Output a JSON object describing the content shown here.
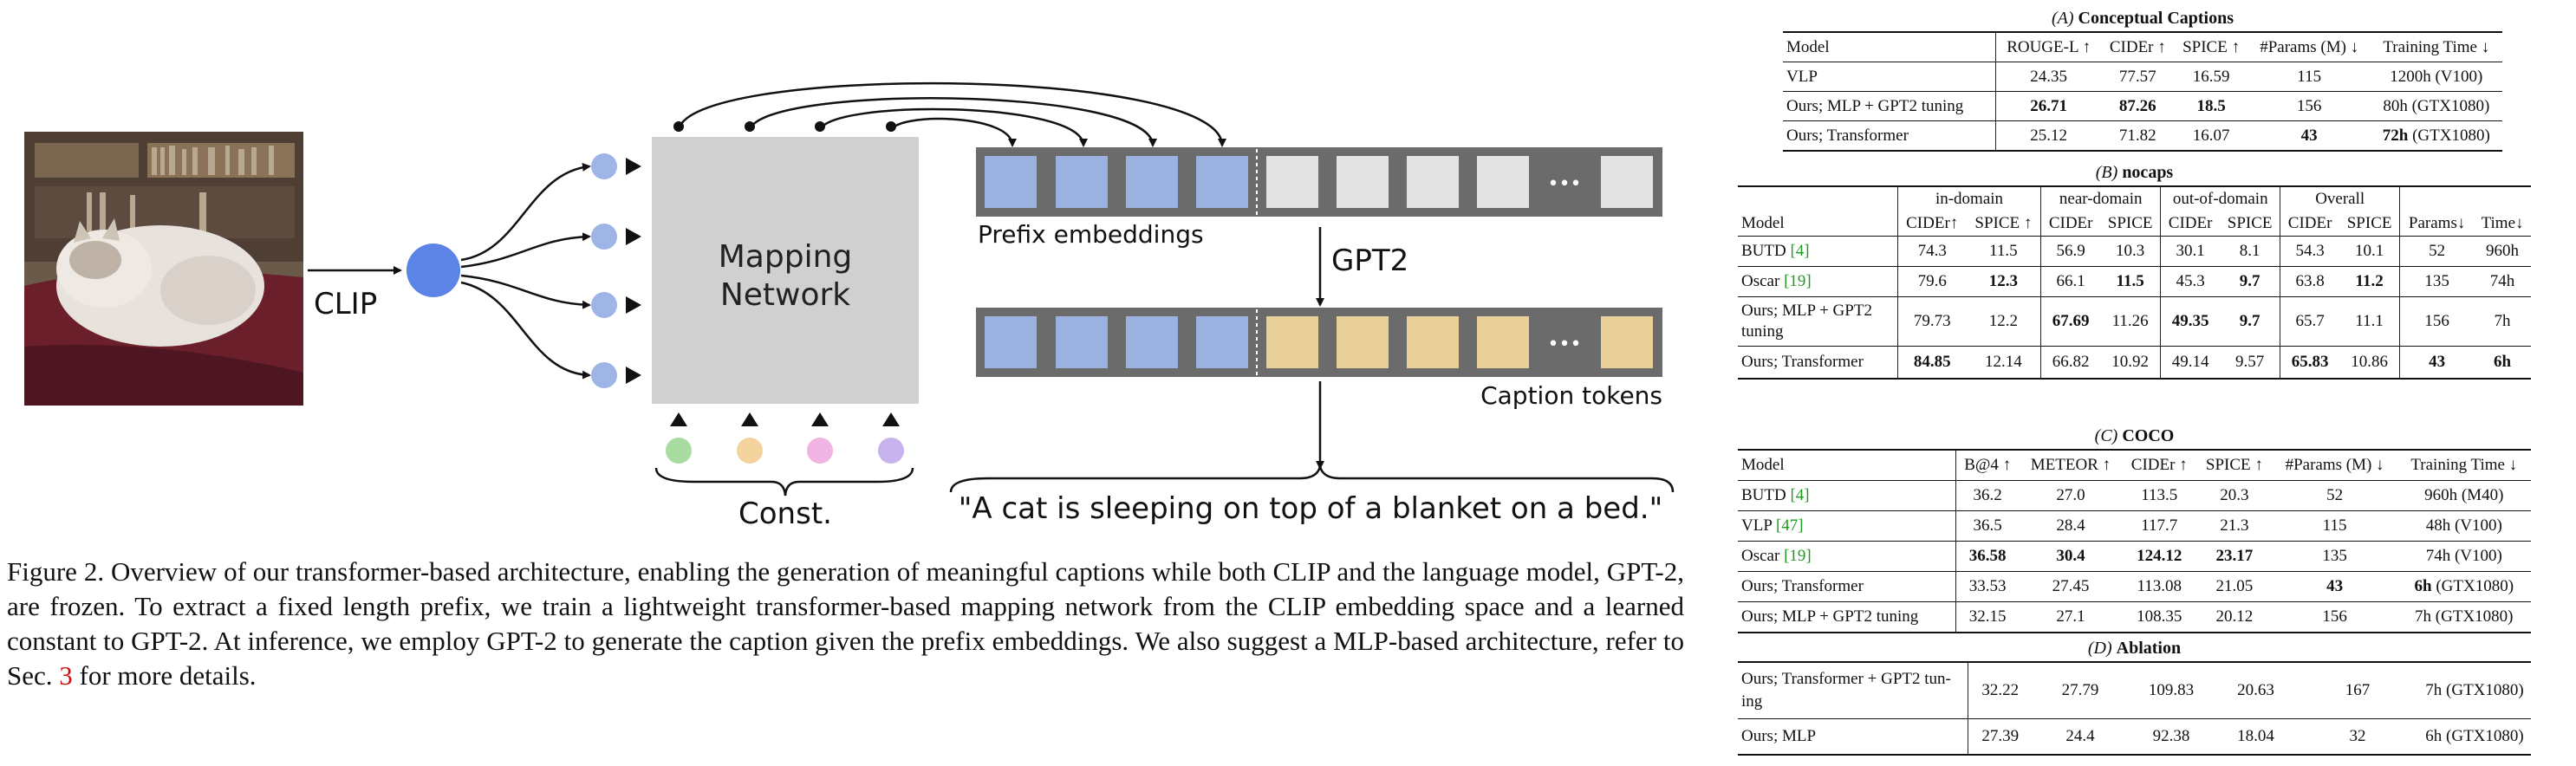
{
  "figure": {
    "labels": {
      "clip": "CLIP",
      "mapping_line1": "Mapping",
      "mapping_line2": "Network",
      "prefix_embeddings": "Prefix embeddings",
      "gpt2": "GPT2",
      "caption_tokens": "Caption tokens",
      "const": "Const.",
      "output_caption": "\"A cat is sleeping on top of a blanket on a bed.\"",
      "ellipsis": "•••"
    },
    "colors": {
      "clip_circle": "#5b84e6",
      "small_circles": "#9fb5e6",
      "mapping_box": "#d0d0d0",
      "token_bar": "#6b6b6b",
      "prefix_token": "#9bb1df",
      "empty_token": "#e3e3e3",
      "caption_token": "#e9cf9a",
      "const_circles": [
        "#a8dca0",
        "#f4d39d",
        "#f1b2e4",
        "#c7b4ef"
      ]
    }
  },
  "caption": {
    "prefix": "Figure 2.  Overview of our transformer-based architecture, enabling the generation of meaningful captions while both CLIP and the language model, GPT-2, are frozen.  To extract a fixed length prefix, we train a lightweight transformer-based mapping network from the CLIP embedding space and a learned constant to GPT-2.  At inference, we employ GPT-2 to generate the caption given the prefix embeddings.  We also suggest a MLP-based architecture, refer to Sec. ",
    "ref": "3",
    "suffix": " for more details."
  },
  "tables": {
    "A": {
      "letter": "(A)",
      "title": "Conceptual Captions",
      "headers": [
        "Model",
        "ROUGE-L ↑",
        "CIDEr ↑",
        "SPICE ↑",
        "#Params (M) ↓",
        "Training Time ↓"
      ],
      "rows": [
        [
          "VLP",
          "24.35",
          "77.57",
          "16.59",
          "115",
          "1200h (V100)"
        ],
        [
          "Ours; MLP + GPT2 tuning",
          "26.71",
          "87.26",
          "18.5",
          "156",
          "80h (GTX1080)"
        ],
        [
          "Ours; Transformer",
          "25.12",
          "71.82",
          "16.07",
          "43",
          "72h (GTX1080)"
        ]
      ],
      "time_bold_prefix": "72h"
    },
    "B": {
      "letter": "(B)",
      "title": "nocaps",
      "groups": [
        "in-domain",
        "near-domain",
        "out-of-domain",
        "Overall"
      ],
      "headers": [
        "Model",
        "CIDEr↑",
        "SPICE ↑",
        "CIDEr",
        "SPICE",
        "CIDEr",
        "SPICE",
        "CIDEr",
        "SPICE",
        "Params↓",
        "Time↓"
      ],
      "rows": [
        {
          "name": "BUTD",
          "ref": "[4]",
          "values": [
            "74.3",
            "11.5",
            "56.9",
            "10.3",
            "30.1",
            "8.1",
            "54.3",
            "10.1",
            "52",
            "960h"
          ]
        },
        {
          "name": "Oscar",
          "ref": "[19]",
          "values": [
            "79.6",
            "12.3",
            "66.1",
            "11.5",
            "45.3",
            "9.7",
            "63.8",
            "11.2",
            "135",
            "74h"
          ]
        },
        {
          "name": "Ours; MLP + GPT2",
          "name2": "tuning",
          "values": [
            "79.73",
            "12.2",
            "67.69",
            "11.26",
            "49.35",
            "9.7",
            "65.7",
            "11.1",
            "156",
            "7h"
          ]
        },
        {
          "name": "Ours; Transformer",
          "values": [
            "84.85",
            "12.14",
            "66.82",
            "10.92",
            "49.14",
            "9.57",
            "65.83",
            "10.86",
            "43",
            "6h"
          ]
        }
      ]
    },
    "C": {
      "letter": "(C)",
      "title": "COCO",
      "headers": [
        "Model",
        "B@4 ↑",
        "METEOR ↑",
        "CIDEr ↑",
        "SPICE ↑",
        "#Params (M) ↓",
        "Training Time ↓"
      ],
      "rows": [
        {
          "name": "BUTD",
          "ref": "[4]",
          "values": [
            "36.2",
            "27.0",
            "113.5",
            "20.3",
            "52",
            "960h (M40)"
          ]
        },
        {
          "name": "VLP",
          "ref": "[47]",
          "values": [
            "36.5",
            "28.4",
            "117.7",
            "21.3",
            "115",
            "48h (V100)"
          ]
        },
        {
          "name": "Oscar",
          "ref": "[19]",
          "values": [
            "36.58",
            "30.4",
            "124.12",
            "23.17",
            "135",
            "74h (V100)"
          ]
        },
        {
          "name": "Ours; Transformer",
          "values": [
            "33.53",
            "27.45",
            "113.08",
            "21.05",
            "43",
            "6h (GTX1080)"
          ]
        },
        {
          "name": "Ours; MLP + GPT2 tuning",
          "values": [
            "32.15",
            "27.1",
            "108.35",
            "20.12",
            "156",
            "7h (GTX1080)"
          ]
        }
      ]
    },
    "D": {
      "letter": "(D)",
      "title": "Ablation",
      "rows": [
        {
          "name": "Ours; Transformer + GPT2 tun-",
          "name2": "ing",
          "values": [
            "32.22",
            "27.79",
            "109.83",
            "20.63",
            "167",
            "7h (GTX1080)"
          ]
        },
        {
          "name": "Ours; MLP",
          "values": [
            "27.39",
            "24.4",
            "92.38",
            "18.04",
            "32",
            "6h (GTX1080)"
          ]
        }
      ]
    }
  }
}
